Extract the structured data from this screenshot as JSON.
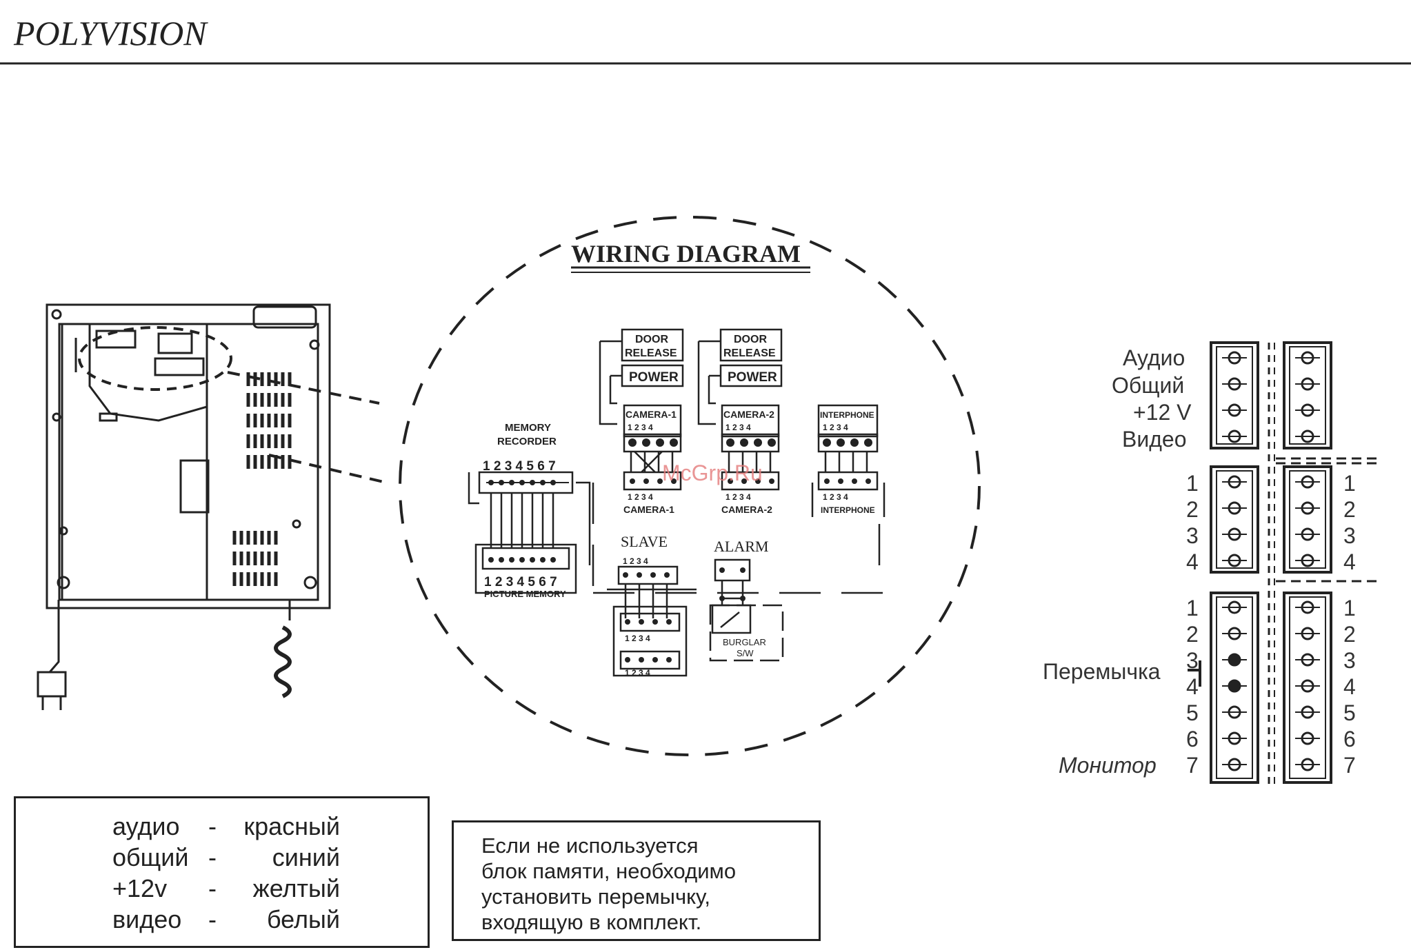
{
  "header": {
    "logo_text": "POLYVISION"
  },
  "diagram": {
    "title": "WIRING DIAGRAM",
    "memory_recorder": [
      "MEMORY",
      "RECORDER"
    ],
    "pins7": "1 2 3 4 5 6 7",
    "picture_memory": "PICTURE MEMORY",
    "door_release": [
      "DOOR",
      "RELEASE"
    ],
    "power": "POWER",
    "camera1": "CAMERA-1",
    "camera2": "CAMERA-2",
    "interphone": "INTERPHONE",
    "pins4": "1 2 3 4",
    "slave": "SLAVE",
    "alarm": "ALARM",
    "burglar": [
      "BURGLAR",
      "S/W"
    ]
  },
  "connector": {
    "top_labels": [
      "Аудио",
      "Общий",
      "+12 V",
      "Видео"
    ],
    "mid_left": [
      "1",
      "2",
      "3",
      "4"
    ],
    "mid_right": [
      "1",
      "2",
      "3",
      "4"
    ],
    "bot_left": [
      "1",
      "2",
      "3",
      "4",
      "5",
      "6",
      "7"
    ],
    "bot_right": [
      "1",
      "2",
      "3",
      "4",
      "5",
      "6",
      "7"
    ],
    "jumper_label": "Перемычка",
    "monitor_label": "Монитор"
  },
  "legend": {
    "rows": [
      [
        "аудио",
        "-",
        "красный"
      ],
      [
        "общий",
        "-",
        "синий"
      ],
      [
        "+12v",
        "-",
        "желтый"
      ],
      [
        "видео",
        "-",
        "белый"
      ]
    ]
  },
  "note": {
    "lines": [
      "Если не используется",
      "блок памяти, необходимо",
      "установить перемычку,",
      "входящую в комплект."
    ]
  },
  "watermark": "McGrp.Ru"
}
